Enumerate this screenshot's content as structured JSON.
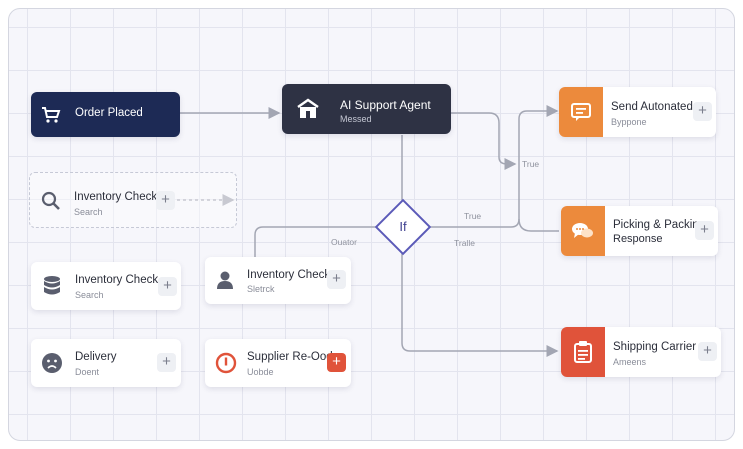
{
  "nodes": {
    "order_placed": {
      "title": "Order Placed"
    },
    "ai_agent": {
      "title": "AI Support Agent",
      "subtitle": "Messed"
    },
    "inventory_check_1": {
      "title": "Inventory Check",
      "subtitle": "Search"
    },
    "inventory_check_2": {
      "title": "Inventory Check",
      "subtitle": "Search"
    },
    "delivery": {
      "title": "Delivery",
      "subtitle": "Doent"
    },
    "inventory_check_3": {
      "title": "Inventory Check",
      "subtitle": "Sletrck"
    },
    "supplier_reorder": {
      "title": "Supplier Re-Oodr",
      "subtitle": "Uobde"
    },
    "send_automated": {
      "title": "Send Autonated",
      "subtitle": "Byppone"
    },
    "picking_packing": {
      "title": "Picking & Packing",
      "title2": "Response"
    },
    "shipping_carrier": {
      "title": "Shipping Carrier",
      "subtitle": "Ameens"
    }
  },
  "condition": {
    "label": "If"
  },
  "edge_labels": {
    "true_1": "True",
    "true_2": "True",
    "tralse": "Tralle",
    "ouator": "Ouator"
  },
  "plus_symbol": "+",
  "colors": {
    "dark_node": "#2e3244",
    "navy_node": "#1d2a55",
    "orange": "#ec8a3c",
    "red": "#e0533a",
    "diamond": "#5b5ab8",
    "wire": "#a3a6b3"
  },
  "icons": [
    "cart-icon",
    "store-icon",
    "search-icon",
    "database-icon",
    "sad-face-icon",
    "user-icon",
    "alert-circle-icon",
    "message-icon",
    "chat-bubbles-icon",
    "clipboard-icon"
  ]
}
